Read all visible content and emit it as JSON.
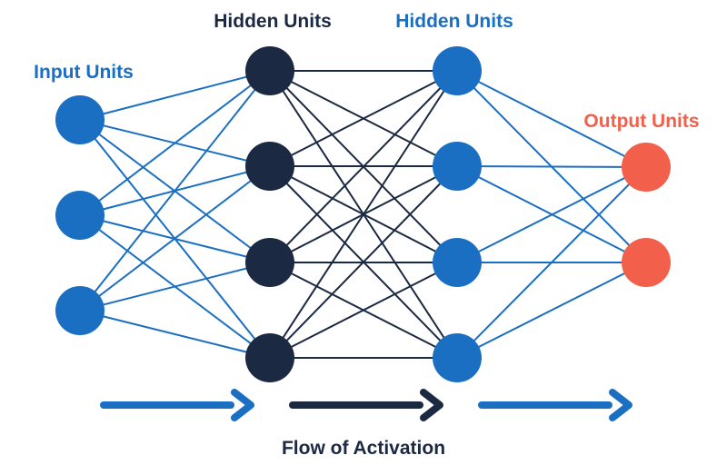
{
  "labels": {
    "input": "Input Units",
    "hidden1": "Hidden Units",
    "hidden2": "Hidden Units",
    "output": "Output Units",
    "flow": "Flow of Activation"
  },
  "layers": [
    {
      "id": "input",
      "units": 3,
      "color": "#1a6fc2"
    },
    {
      "id": "hidden1",
      "units": 4,
      "color": "#1c2942"
    },
    {
      "id": "hidden2",
      "units": 4,
      "color": "#1a6fc2"
    },
    {
      "id": "output",
      "units": 2,
      "color": "#f2604b"
    }
  ],
  "connections": [
    {
      "from": "input",
      "to": "hidden1",
      "color": "#1a6fc2"
    },
    {
      "from": "hidden1",
      "to": "hidden2",
      "color": "#1c2942"
    },
    {
      "from": "hidden2",
      "to": "output",
      "color": "#1a6fc2"
    }
  ],
  "flow_arrows": [
    {
      "color": "#1a6fc2"
    },
    {
      "color": "#1c2942"
    },
    {
      "color": "#1a6fc2"
    }
  ],
  "colors": {
    "blue": "#1a6fc2",
    "navy": "#1c2942",
    "coral": "#f2604b"
  }
}
